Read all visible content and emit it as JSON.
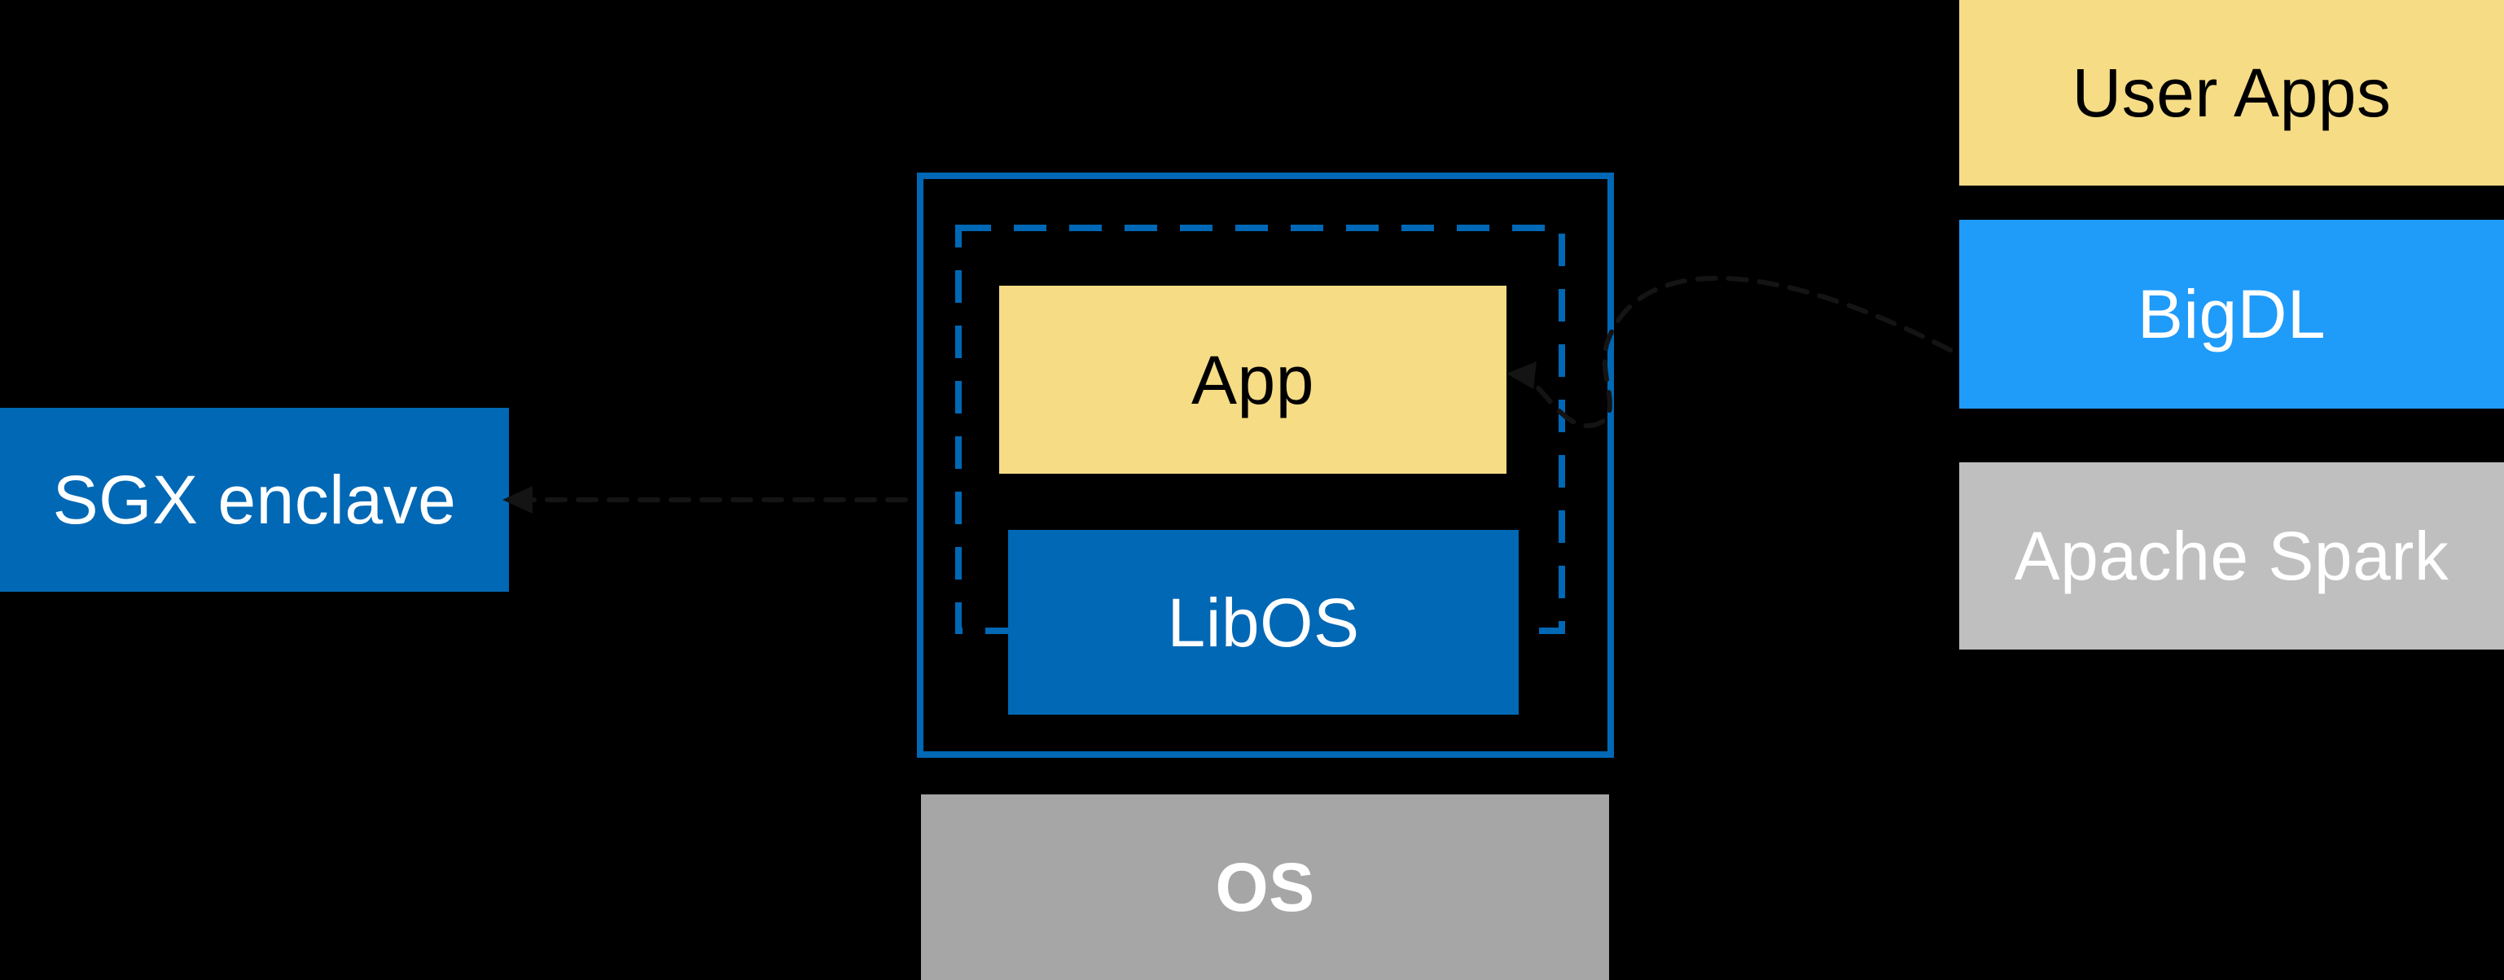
{
  "labels": {
    "sgx": "SGX enclave",
    "app": "App",
    "libos": "LibOS",
    "os": "OS",
    "user_apps": "User Apps",
    "bigdl": "BigDL",
    "spark": "Apache Spark"
  },
  "colors": {
    "background": "#000000",
    "intel_blue": "#0068B5",
    "border_blue": "#0068B5",
    "bright_blue": "#1F9BFA",
    "yellow": "#F5DC85",
    "gray_os": "#A6A6A6",
    "gray_spark": "#BFBFBF",
    "arrow_black": "#141414",
    "text_light": "#FFFFFF",
    "text_dark": "#000000"
  }
}
